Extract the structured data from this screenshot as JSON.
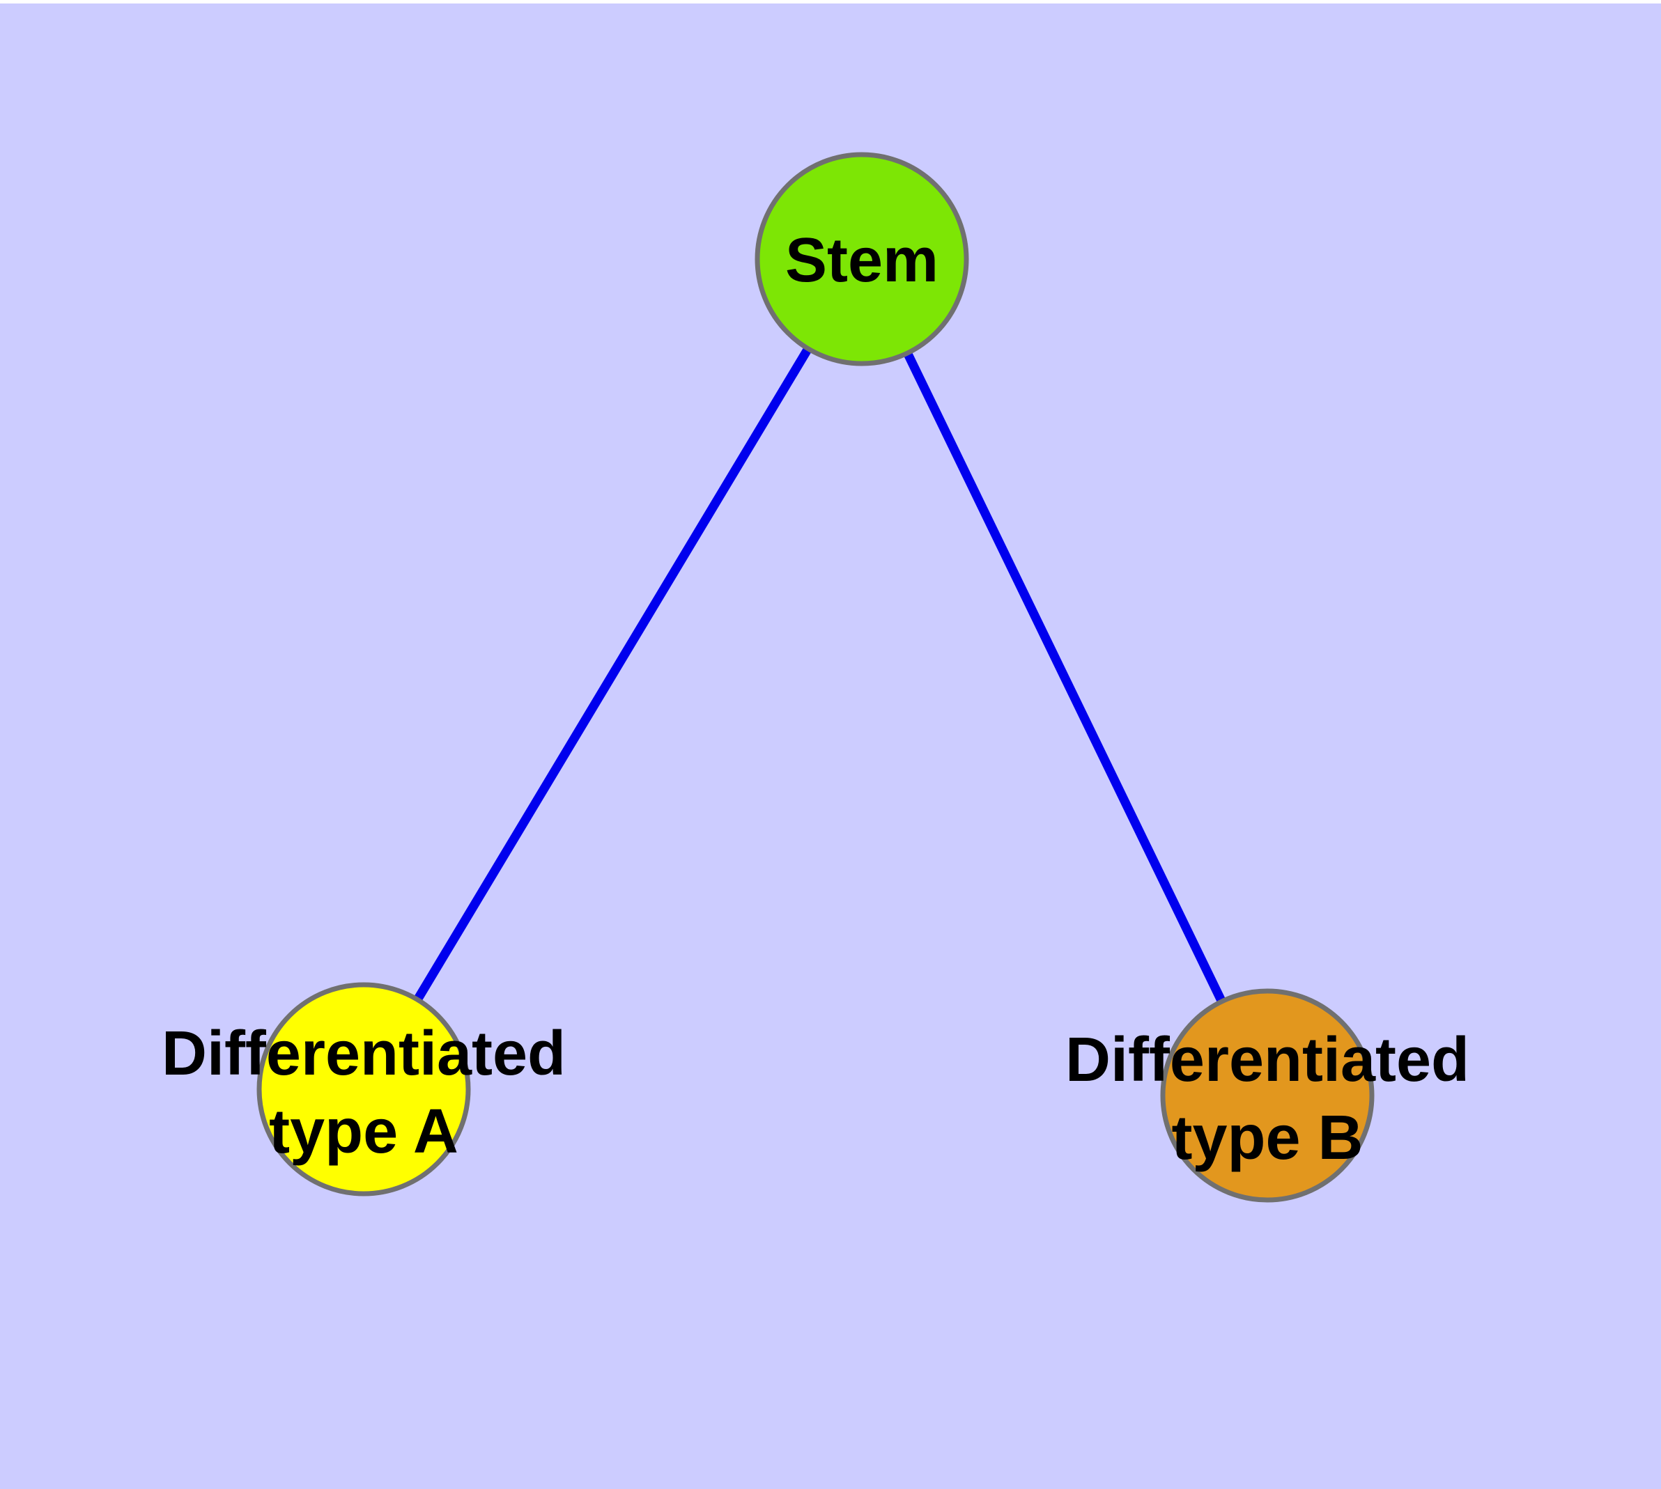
{
  "canvas": {
    "background_color": "#CCCCFF",
    "top_edge_color": "#FFFFFF"
  },
  "graph": {
    "node_border_color": "#707070",
    "edge_color": "#0000EE",
    "label_color": "#000000",
    "nodes": [
      {
        "id": "stem",
        "label_lines": [
          "Stem"
        ],
        "color": "#7DE605"
      },
      {
        "id": "differentiated-a",
        "label_lines": [
          "Differentiated",
          "type A"
        ],
        "color": "#FFFF00"
      },
      {
        "id": "differentiated-b",
        "label_lines": [
          "Differentiated",
          "type B"
        ],
        "color": "#E2971E"
      }
    ],
    "edges": [
      {
        "from": "Stem",
        "to": "Differentiated type A"
      },
      {
        "from": "Stem",
        "to": "Differentiated type B"
      }
    ]
  }
}
